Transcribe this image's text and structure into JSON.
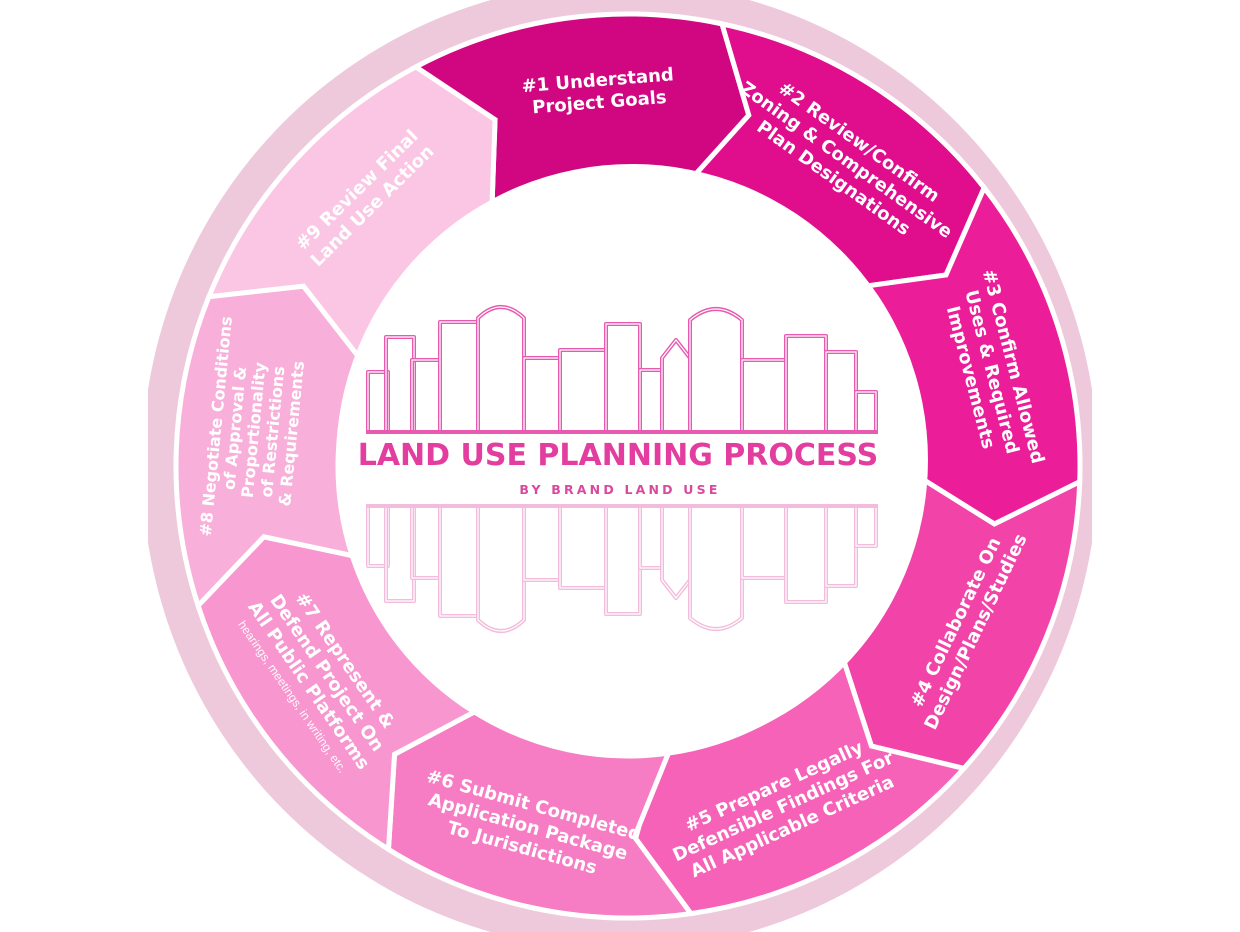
{
  "title": "LAND USE PLANNING PROCESS",
  "subtitle": "BY BRAND LAND USE",
  "colors": {
    "outer_ring": "#eec9dc",
    "title": "#e23d9f",
    "skyline": "#e75ab0",
    "skyline_reflection": "#f3bcdc"
  },
  "steps": [
    {
      "lines": [
        "#1 Understand",
        "Project Goals"
      ],
      "color": "#d00780"
    },
    {
      "lines": [
        "#2 Review/Confirm",
        "Zoning & Comprehensive",
        "Plan Designations"
      ],
      "color": "#e00d8d"
    },
    {
      "lines": [
        "#3 Confirm Allowed",
        "Uses & Required",
        "Improvements"
      ],
      "color": "#ec1d98"
    },
    {
      "lines": [
        "#4 Collaborate On",
        "Design/Plans/Studies"
      ],
      "color": "#f244a8"
    },
    {
      "lines": [
        "#5 Prepare Legally",
        "Defensible Findings For",
        "All Applicable Criteria"
      ],
      "color": "#f562b7"
    },
    {
      "lines": [
        "#6 Submit Completed",
        "Application Package",
        "To Jurisdictions"
      ],
      "color": "#f67dc3"
    },
    {
      "lines": [
        "#7 Represent &",
        "Defend Project On",
        "All Public Platforms"
      ],
      "note": "hearings, meetings, in writing, etc.",
      "color": "#f796cf"
    },
    {
      "lines": [
        "#8 Negotiate Conditions",
        "of Approval &",
        "Proportionality",
        "of Restrictions",
        "& Requirements"
      ],
      "color": "#f8b0da"
    },
    {
      "lines": [
        "#9 Review Final",
        "Land Use Action"
      ],
      "color": "#fac6e4"
    }
  ]
}
